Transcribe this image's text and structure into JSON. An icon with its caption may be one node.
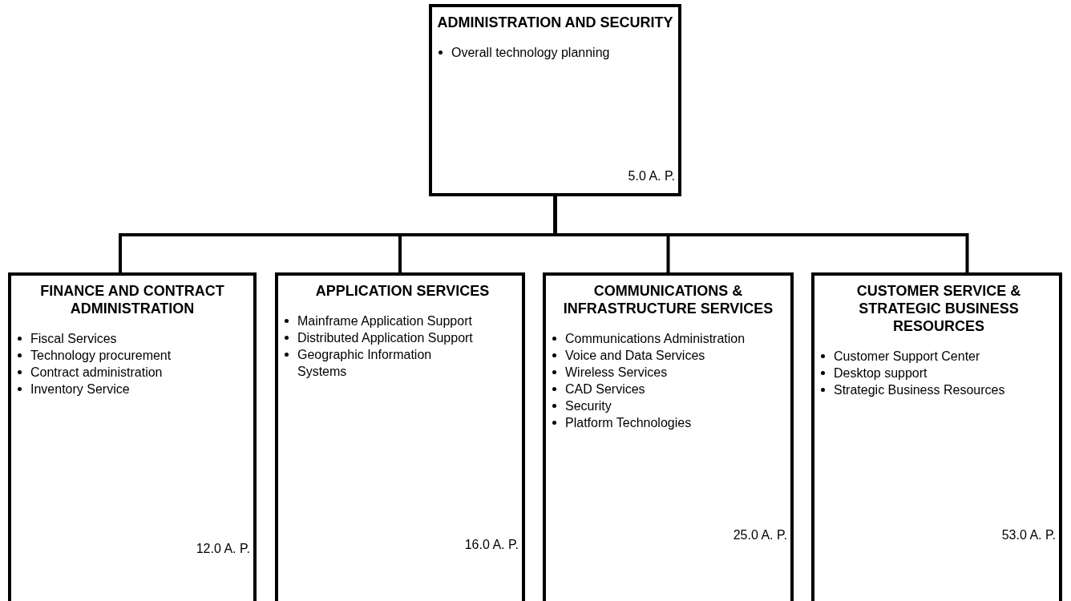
{
  "diagram": {
    "nodes": [
      {
        "text": [
          "ADMINISTRATION AND SECURITY",
          "Overall technology planning",
          "5.0 A. P."
        ]
      },
      {
        "text": [
          "FINANCE AND CONTRACT ADMINISTRATION",
          "Fiscal Services",
          "Technology procurement",
          "Contract administration",
          "Inventory Service",
          "12.0 A. P."
        ]
      },
      {
        "text": [
          "APPLICATION SERVICES",
          "Mainframe Application Support",
          "Distributed Application Support",
          "Geographic Information Systems",
          "16.0 A. P."
        ]
      },
      {
        "text": [
          "COMMUNICATIONS & INFRASTRUCTURE SERVICES",
          "Communications Administration",
          "Voice and Data Services",
          "Wireless Services",
          "CAD Services",
          "Security",
          "Platform Technologies",
          "25.0 A. P."
        ]
      },
      {
        "text": [
          "CUSTOMER SERVICE & STRATEGIC BUSINESS RESOURCES",
          "Customer Support Center",
          "Desktop support",
          "Strategic Business Resources",
          "53.0 A. P."
        ]
      }
    ],
    "edges": [
      {
        "from": 0,
        "to": 1,
        "arrow": "none"
      },
      {
        "from": 0,
        "to": 2,
        "arrow": "none"
      },
      {
        "from": 0,
        "to": 3,
        "arrow": "none"
      },
      {
        "from": 0,
        "to": 4,
        "arrow": "none"
      }
    ]
  }
}
